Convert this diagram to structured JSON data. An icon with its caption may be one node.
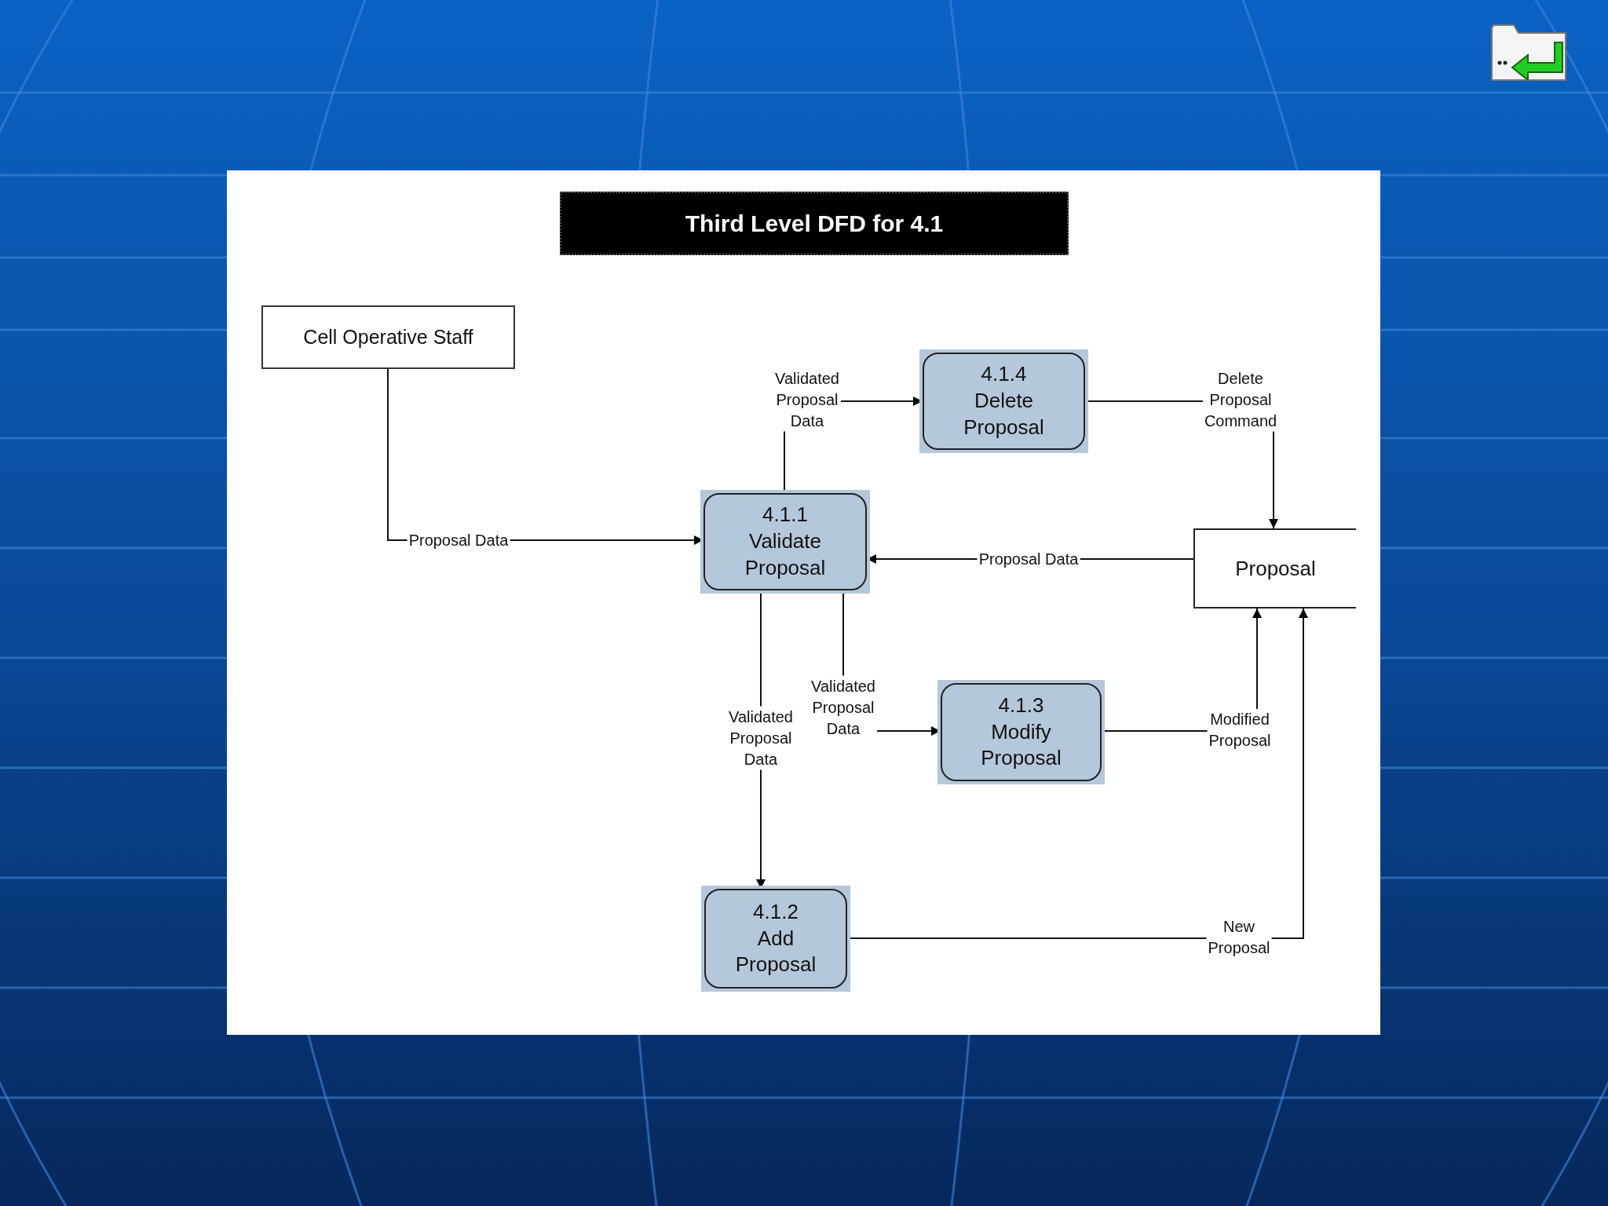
{
  "diagram": {
    "title": "Third Level DFD for 4.1",
    "nodes": [
      {
        "text": [
          "Cell Operative Staff"
        ]
      },
      {
        "text": [
          "4.1.4",
          "Delete Proposal"
        ]
      },
      {
        "text": [
          "4.1.1",
          "Validate Proposal"
        ]
      },
      {
        "text": [
          "Proposal"
        ]
      },
      {
        "text": [
          "4.1.3",
          "Modify Proposal"
        ]
      },
      {
        "text": [
          "4.1.2",
          "Add Proposal"
        ]
      }
    ],
    "edges": [
      {
        "from": 0,
        "to": 2,
        "arrow": "to",
        "label": "Proposal Data"
      },
      {
        "from": 2,
        "to": 1,
        "arrow": "to",
        "label": "Validated Proposal Data"
      },
      {
        "from": 1,
        "to": 3,
        "arrow": "to",
        "label": "Delete Proposal Command"
      },
      {
        "from": 3,
        "to": 2,
        "arrow": "to",
        "label": "Proposal Data"
      },
      {
        "from": 2,
        "to": 4,
        "arrow": "to",
        "label": "Validated Proposal Data"
      },
      {
        "from": 2,
        "to": 5,
        "arrow": "to",
        "label": "Validated Proposal Data"
      },
      {
        "from": 4,
        "to": 3,
        "arrow": "to",
        "label": "Modified Proposal"
      },
      {
        "from": 5,
        "to": 3,
        "arrow": "to",
        "label": "New Proposal"
      }
    ]
  }
}
